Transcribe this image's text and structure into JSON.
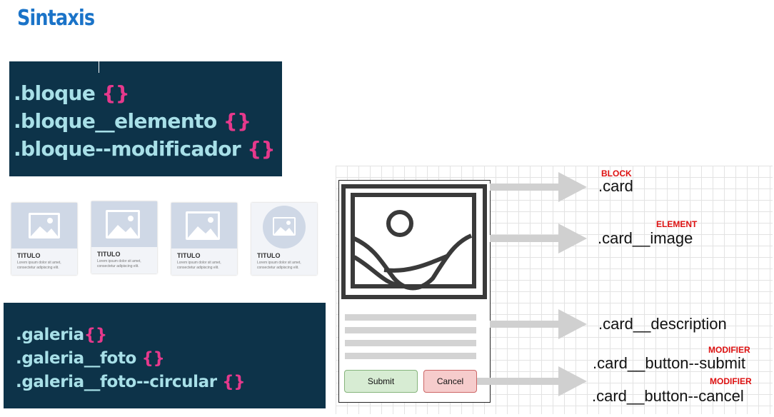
{
  "page": {
    "title": "Sintaxis"
  },
  "code_block_1": {
    "lines": [
      {
        "selector": ".bloque",
        "brace": "{}"
      },
      {
        "selector": ".bloque__elemento",
        "brace": "{}"
      },
      {
        "selector": ".bloque--modificador",
        "brace": "{}"
      }
    ]
  },
  "gallery": {
    "cards": [
      {
        "title": "TITULO",
        "desc": "Lorem ipsum dolor sit amet, consectetur adipiscing elit."
      },
      {
        "title": "TITULO",
        "desc": "Lorem ipsum dolor sit amet, consectetur adipiscing elit."
      },
      {
        "title": "TITULO",
        "desc": "Lorem ipsum dolor sit amet, consectetur adipiscing elit."
      },
      {
        "title": "TITULO",
        "desc": "Lorem ipsum dolor sit amet, consectetur adipiscing elit."
      }
    ]
  },
  "code_block_2": {
    "lines": [
      {
        "selector": ".galeria",
        "brace": "{}"
      },
      {
        "selector": ".galeria__foto",
        "brace": "{}"
      },
      {
        "selector": ".galeria__foto--circular",
        "brace": "{}"
      }
    ]
  },
  "diagram": {
    "submit_label": "Submit",
    "cancel_label": "Cancel",
    "labels": {
      "card": ".card",
      "card_image": ".card__image",
      "card_description": ".card__description",
      "card_button_submit": ".card__button--submit",
      "card_button_cancel": ".card__button--cancel"
    },
    "tags": {
      "block": "BLOCK",
      "element": "ELEMENT",
      "modifier_submit": "MODIFIER",
      "modifier_cancel": "MODIFIER"
    }
  },
  "colors": {
    "title": "#1a73c8",
    "code_bg": "#0d3349",
    "selector": "#a8e0e8",
    "brace": "#e6398c",
    "tag": "#dd1111"
  }
}
